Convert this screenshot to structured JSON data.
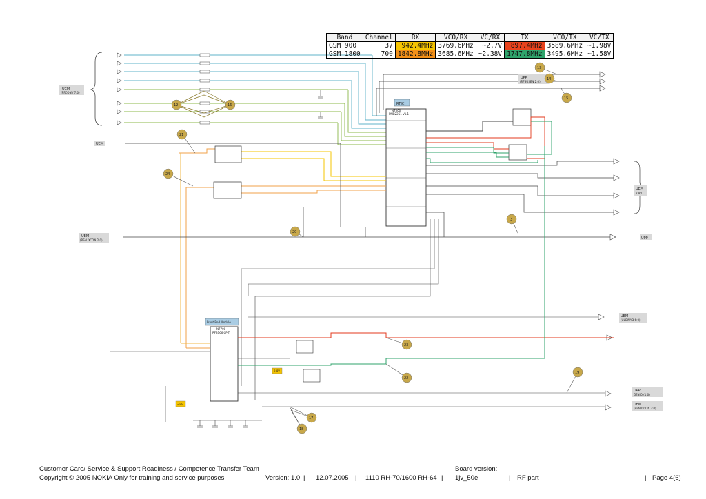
{
  "table": {
    "headers": [
      "Band",
      "Channel",
      "RX",
      "VCO/RX",
      "VC/RX",
      "TX",
      "VCO/TX",
      "VC/TX"
    ],
    "rows": [
      {
        "band": "GSM 900",
        "channel": "37",
        "rx": "942.4MHz",
        "vco_rx": "3769.6MHz",
        "vc_rx": "~2.7V",
        "tx": "897.4MHz",
        "vco_tx": "3589.6MHz",
        "vc_tx": "~1.98V"
      },
      {
        "band": "GSM 1800",
        "channel": "700",
        "rx": "1842.8MHz",
        "vco_rx": "3685.6MHz",
        "vc_rx": "~2.38V",
        "tx": "1747.8MHz",
        "vco_tx": "3495.6MHz",
        "vc_tx": "~1.58V"
      }
    ],
    "colors": {
      "rx_gsm900": "#f5c400",
      "rx_gsm1800": "#f39019",
      "tx_gsm900": "#e8421c",
      "tx_gsm1800": "#2fa36b"
    }
  },
  "schematic": {
    "blocks": {
      "rfic_tag": "RFIC",
      "rfic_part": "N7500",
      "rfic_type": "PMB2251-V1.1",
      "front_end_tag": "Front End Module",
      "front_end_part": "N7700",
      "front_end_type": "RF3166ICP-T",
      "supply_2v8": "2.8V",
      "supply_vb": "~BV"
    },
    "connectors": {
      "uem_top": "UEM",
      "uem_top_sub": "(RFCONV 7:0)",
      "uem_vrf": "UEM",
      "uem_right": "UEM",
      "uem_right_sub": "2.8V",
      "uem_afc": "UEM",
      "uem_afc_sub": "(RFAUXCON 2:0)",
      "upp_top": "UPP",
      "upp_top_sub": "(RFBUSEN 2:0)",
      "upp_mid": "UPP",
      "uem_txc": "UEM",
      "uem_txc_sub": "(ULOWAD 6:0)",
      "upp_genio": "UPP",
      "upp_genio_sub": "GENIO (1:0)",
      "uem_bottom": "UEM",
      "uem_bottom_sub": "(RFAUXCON 2:0)"
    },
    "test_points": [
      "12",
      "13",
      "14",
      "15",
      "16",
      "17",
      "18",
      "19",
      "20",
      "21",
      "22",
      "23",
      "24",
      "3"
    ]
  },
  "footer": {
    "line1": "Customer Care/ Service & Support Readiness / Competence Transfer Team",
    "line2": "Copyright © 2005 NOKIA  Only for training and service purposes",
    "version": "Version: 1.0",
    "date": "12.07.2005",
    "models": "1110 RH-70/1600 RH-64",
    "board_label": "Board version:",
    "board_value": "1jv_50e",
    "section": "RF part",
    "page": "Page 4(6)"
  }
}
